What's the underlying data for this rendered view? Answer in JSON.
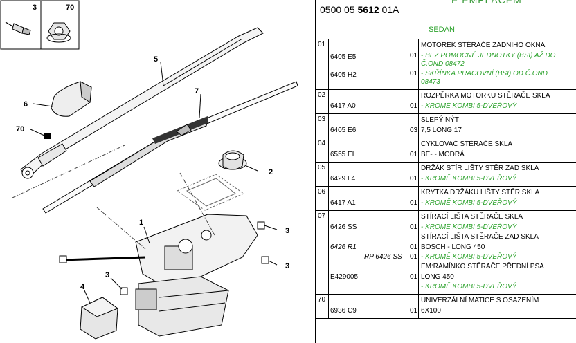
{
  "header": {
    "ref_prefix": "0500 05",
    "ref_bold": "5612",
    "ref_suffix": "01A",
    "ghost": "E EMPLACEM"
  },
  "sedan": "SEDAN",
  "inset": {
    "box_a": "3",
    "box_b": "70"
  },
  "callouts": {
    "c5": "5",
    "c7": "7",
    "c6": "6",
    "c70": "70",
    "c2": "2",
    "c1": "1",
    "c3a": "3",
    "c3b": "3",
    "c3c": "3",
    "c4": "4"
  },
  "groups": [
    {
      "num": "01",
      "title": "MOTOREK STĚRAČE ZADNÍHO OKNA",
      "rows": [
        {
          "pn": "6405 E5",
          "qty": "01",
          "lines": [
            "- BEZ POMOCNÉ JEDNOTKY (BSI) AŽ DO",
            "Č.OND 08472"
          ]
        },
        {
          "pn": "6405 H2",
          "qty": "01",
          "lines": [
            "- SKŘÍNKA PRACOVNÍ (BSI) OD Č.OND",
            "08473"
          ]
        }
      ]
    },
    {
      "num": "02",
      "title": "ROZPĚRKA MOTORKU STĚRAČE SKLA",
      "rows": [
        {
          "pn": "6417 A0",
          "qty": "01",
          "lines": [
            "- KROMĚ KOMBI 5-DVEŘOVÝ"
          ]
        }
      ]
    },
    {
      "num": "03",
      "title": "SLEPÝ NÝT",
      "rows": [
        {
          "pn": "6405 E6",
          "qty": "03",
          "lines": [
            "7,5 LONG 17"
          ]
        }
      ]
    },
    {
      "num": "04",
      "title": "CYKLOVAČ STĚRAČE SKLA",
      "rows": [
        {
          "pn": "6555 EL",
          "qty": "01",
          "lines": [
            "BE- - MODRÁ"
          ]
        }
      ]
    },
    {
      "num": "05",
      "title": "DRŽÁK STÍR LIŠTY STĚR ZAD SKLA",
      "rows": [
        {
          "pn": "6429 L4",
          "qty": "01",
          "lines": [
            "- KROMĚ KOMBI 5-DVEŘOVÝ"
          ]
        }
      ]
    },
    {
      "num": "06",
      "title": "KRYTKA DRŽÁKU LIŠTY STĚR SKLA",
      "rows": [
        {
          "pn": "6417 A1",
          "qty": "01",
          "lines": [
            "- KROMĚ KOMBI 5-DVEŘOVÝ"
          ]
        }
      ]
    },
    {
      "num": "07",
      "title": "STÍRACÍ LIŠTA STĚRAČE SKLA",
      "rows": [
        {
          "pn": "6426 SS",
          "qty": "01",
          "lines": [
            "- KROMĚ KOMBI 5-DVEŘOVÝ"
          ]
        },
        {
          "title": "STÍRACÍ LIŠTA STĚRAČE ZAD SKLA"
        },
        {
          "pn": "6426 R1",
          "qty": "01",
          "lines": [
            "BOSCH - LONG 450"
          ],
          "italic": true
        },
        {
          "pn": "RP 6426 SS",
          "qty": "01",
          "lines": [
            "- KROMĚ KOMBI 5-DVEŘOVÝ"
          ],
          "italic": true
        },
        {
          "title": "EM:RAMÍNKO STĚRAČE PŘEDNÍ PSA"
        },
        {
          "pn": "E429005",
          "qty": "01",
          "lines": [
            "LONG 450"
          ]
        },
        {
          "lines": [
            "- KROMĚ KOMBI 5-DVEŘOVÝ"
          ]
        }
      ]
    },
    {
      "num": "70",
      "title": "UNIVERZÁLNÍ MATICE S OSAZENÍM",
      "rows": [
        {
          "pn": "6936 C9",
          "qty": "01",
          "lines": [
            "6X100"
          ]
        }
      ]
    }
  ]
}
